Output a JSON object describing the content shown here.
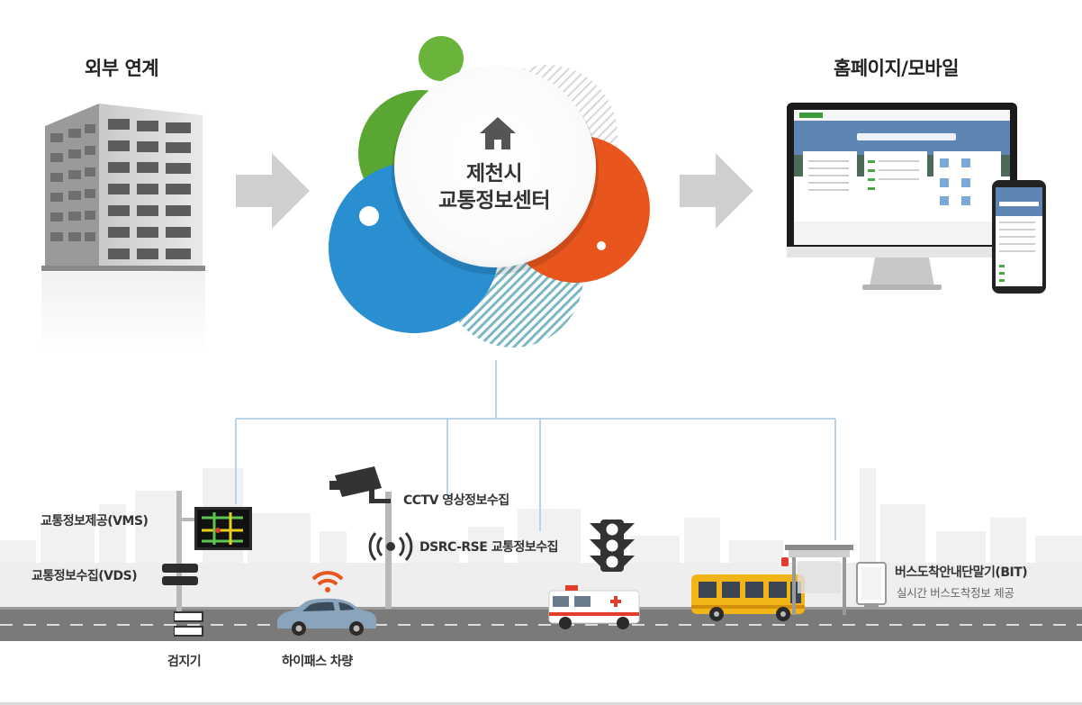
{
  "sections": {
    "external_link": "외부 연계",
    "web_mobile": "홈페이지/모바일"
  },
  "center": {
    "line1": "제천시",
    "line2": "교통정보센터"
  },
  "devices": {
    "vms": "교통정보제공(VMS)",
    "vds": "교통정보수집(VDS)",
    "detector": "검지기",
    "cctv": "CCTV 영상정보수집",
    "dsrc": "DSRC-RSE 교통정보수집",
    "hipass": "하이패스 차량",
    "bit_title": "버스도착안내단말기(BIT)",
    "bit_sub": "실시간 버스도착정보 제공"
  },
  "colors": {
    "green": "#5aa632",
    "blue": "#2a8fd0",
    "orange": "#e8561e",
    "teal_stripe": "#7bb8c4",
    "arrow": "#cfcfcf",
    "connector": "#b9d3e8",
    "road": "#7a7a7a",
    "bus": "#f2b517"
  },
  "icons": [
    "home-icon",
    "building-icon",
    "monitor-icon",
    "phone-icon",
    "cctv-camera-icon",
    "signal-icon",
    "traffic-light-icon",
    "ambulance-icon",
    "bus-icon",
    "car-icon",
    "wifi-icon",
    "bus-stop-icon"
  ]
}
